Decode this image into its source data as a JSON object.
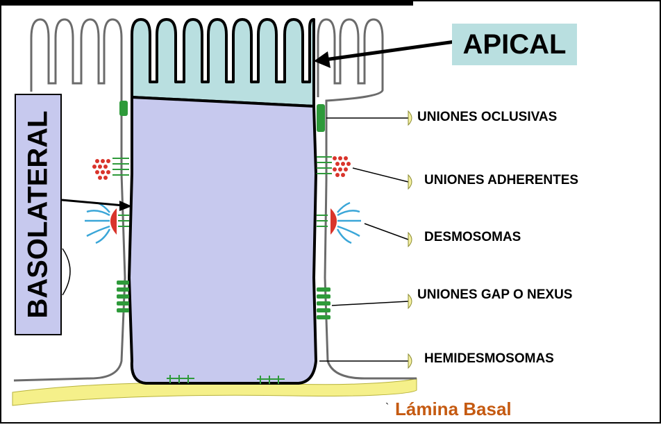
{
  "labels": {
    "apical": "APICAL",
    "basolateral": "BASOLATERAL",
    "lamina_basal": "Lámina Basal"
  },
  "junctions": [
    {
      "label": "UNIONES OCLUSIVAS"
    },
    {
      "label": "UNIONES ADHERENTES"
    },
    {
      "label": "DESMOSOMAS"
    },
    {
      "label": "UNIONES GAP O NEXUS"
    },
    {
      "label": "HEMIDESMOSOMAS"
    }
  ],
  "colors": {
    "apical_fill": "#b9dfe0",
    "basolateral_fill": "#c7c9ee",
    "lamina_fill": "#f5f08a",
    "junction_green": "#2e9a3a",
    "adherens_red": "#d9342b",
    "desmosome_blue": "#3aa6d8",
    "lamina_text": "#c55a11"
  },
  "icons": [
    "cell-outline",
    "microvilli",
    "tight-junction-icon",
    "adherens-junction-icon",
    "desmosome-icon",
    "gap-junction-icon",
    "hemidesmosome-icon"
  ]
}
